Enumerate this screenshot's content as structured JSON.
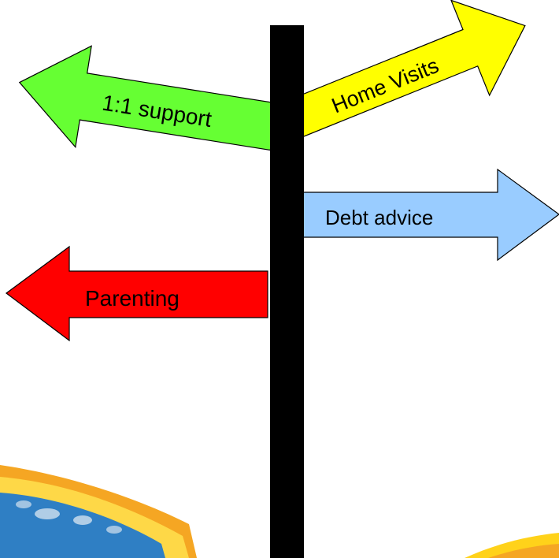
{
  "signs": {
    "one_to_one": {
      "label": "1:1 support",
      "color": "#66ff33"
    },
    "home_visits": {
      "label": "Home Visits",
      "color": "#ffff00"
    },
    "debt_advice": {
      "label": "Debt advice",
      "color": "#99ccff"
    },
    "parenting": {
      "label": "Parenting",
      "color": "#ff0000"
    }
  },
  "colors": {
    "post": "#000000",
    "outline": "#000000",
    "swoosh_orange": "#f5a623",
    "swoosh_yellow": "#ffe14d",
    "swoosh_blue": "#2f7fc4",
    "swoosh_light_blue": "#bfd6ea"
  }
}
